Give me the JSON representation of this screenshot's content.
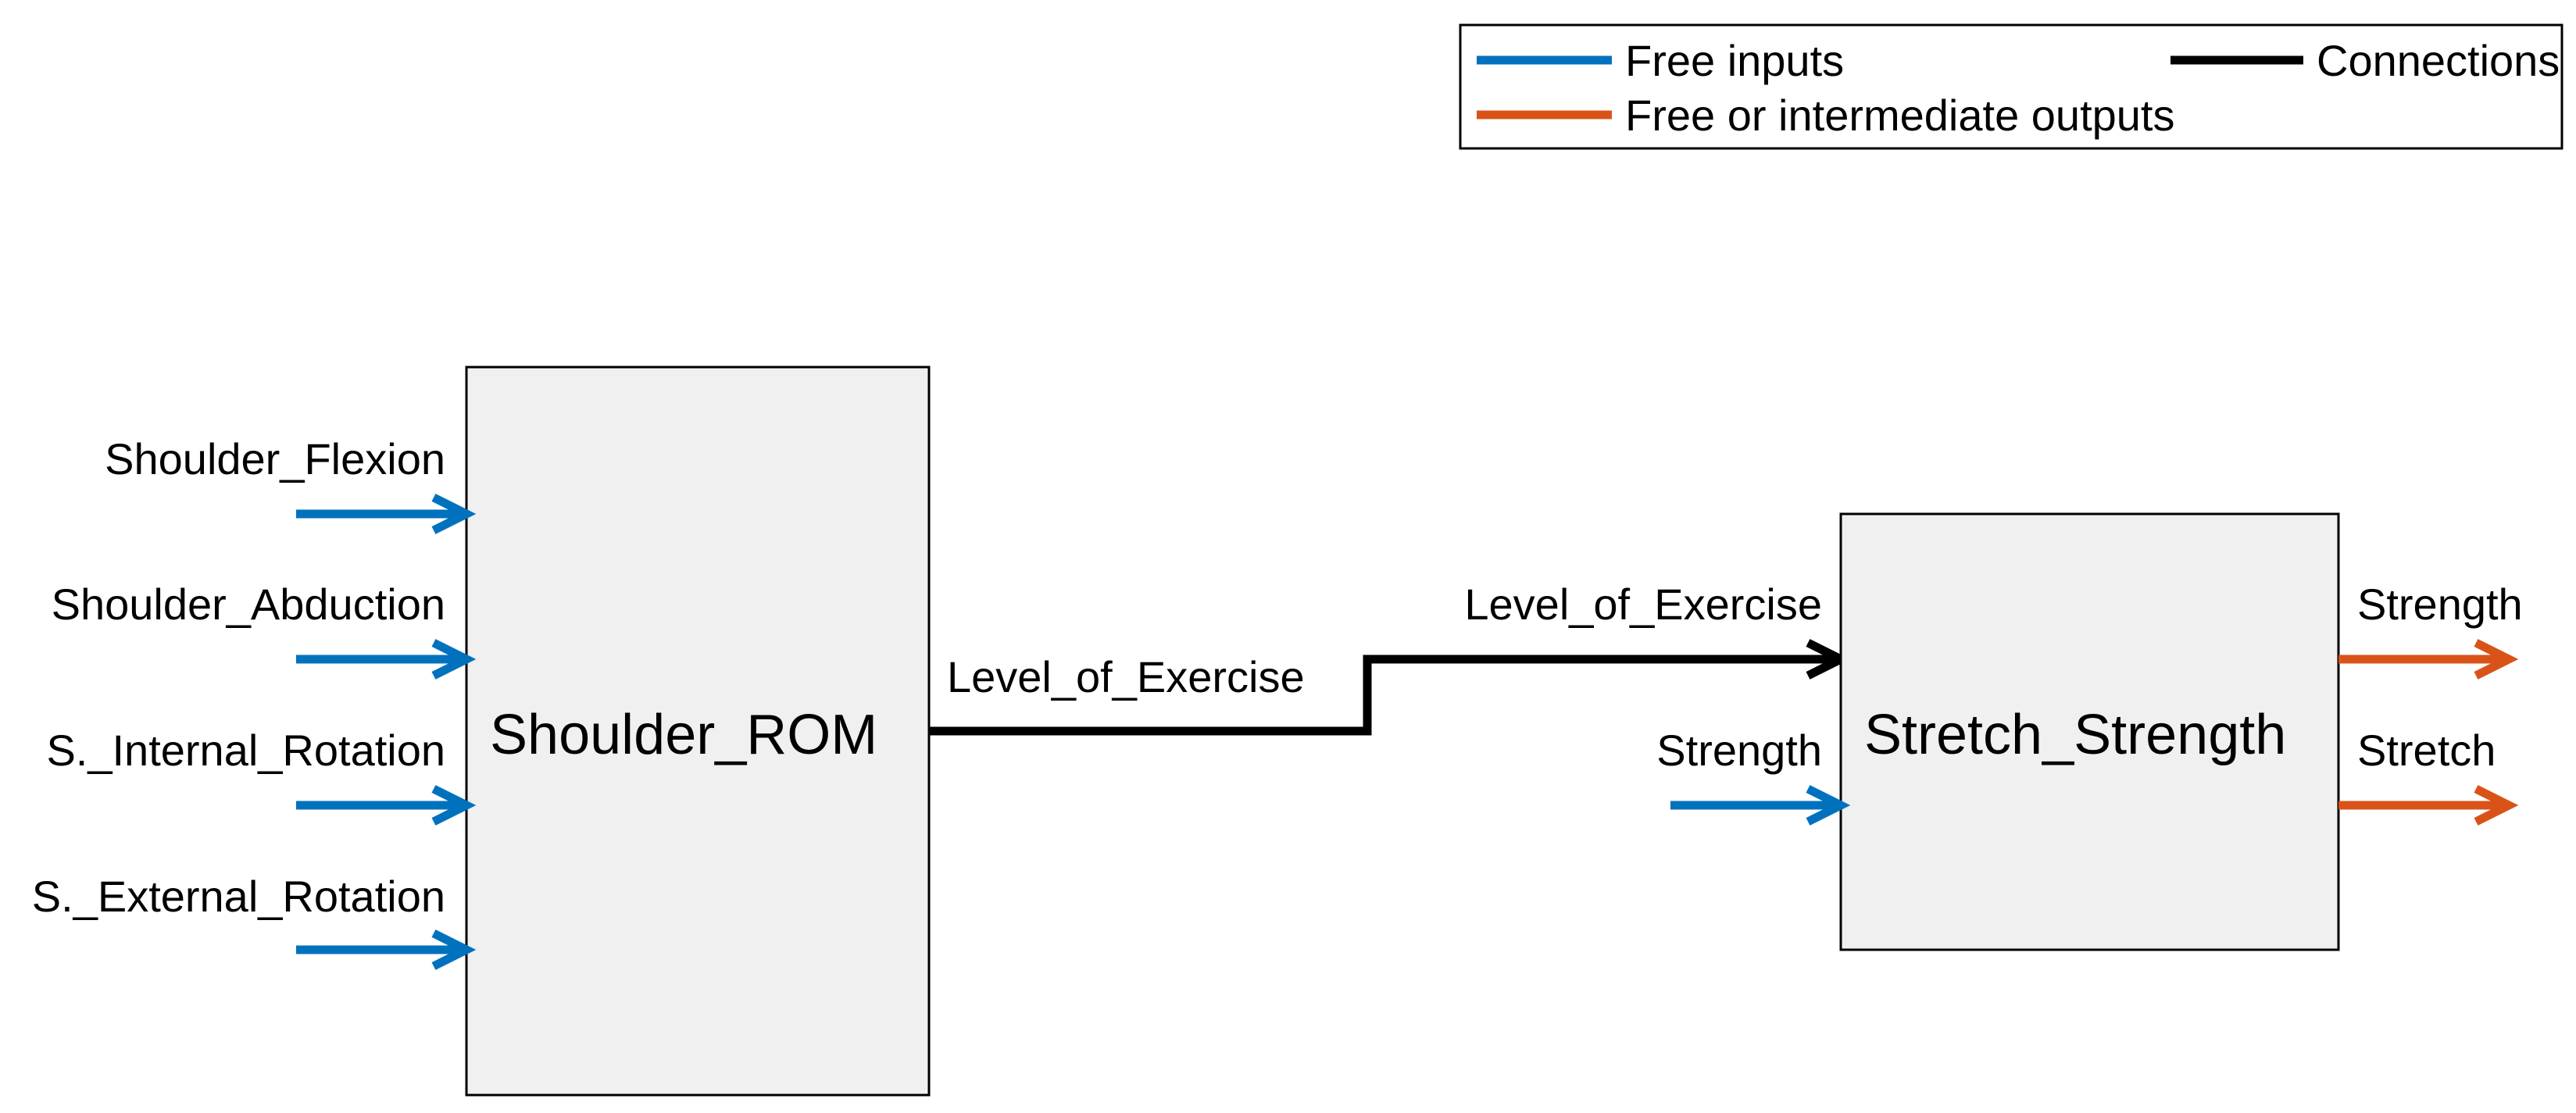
{
  "colors": {
    "input": "#0072BD",
    "output": "#D95319",
    "connection": "#000000",
    "block_fill": "#F0F0F0"
  },
  "legend": {
    "free_inputs": "Free inputs",
    "outputs": "Free or intermediate outputs",
    "connections": "Connections"
  },
  "blocks": {
    "shoulder_rom": {
      "name": "Shoulder_ROM",
      "inputs": [
        "Shoulder_Flexion",
        "Shoulder_Abduction",
        "S._Internal_Rotation",
        "S._External_Rotation"
      ],
      "output": "Level_of_Exercise"
    },
    "stretch_strength": {
      "name": "Stretch_Strength",
      "inputs": [
        "Level_of_Exercise",
        "Strength"
      ],
      "outputs": [
        "Strength",
        "Stretch"
      ]
    }
  }
}
